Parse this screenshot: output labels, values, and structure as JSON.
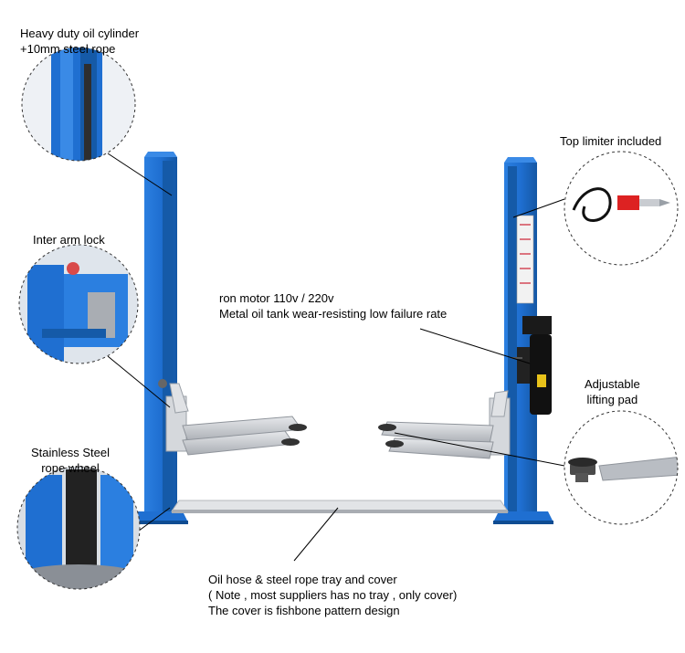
{
  "callouts": {
    "cylinder": {
      "line1": "Heavy duty oil cylinder",
      "line2": "+10mm steel rope"
    },
    "top_limiter": {
      "line1": "Top limiter included"
    },
    "arm_lock": {
      "line1": "Inter arm lock"
    },
    "motor": {
      "line1": "ron motor 110v / 220v",
      "line2": "Metal oil tank wear-resisting low failure rate"
    },
    "lifting_pad": {
      "line1": "Adjustable",
      "line2": "lifting pad"
    },
    "rope_wheel": {
      "line1": "Stainless Steel",
      "line2": "rope wheel"
    },
    "tray": {
      "line1": "Oil hose & steel rope tray and cover",
      "line2": "( Note , most suppliers has no tray , only cover)",
      "line3": "The cover is fishbone pattern design"
    }
  },
  "colors": {
    "post_blue": "#1f6fd1",
    "post_blue_dark": "#155aa8",
    "arm_gray": "#c9ccd1",
    "callout_circle": "#333333"
  }
}
